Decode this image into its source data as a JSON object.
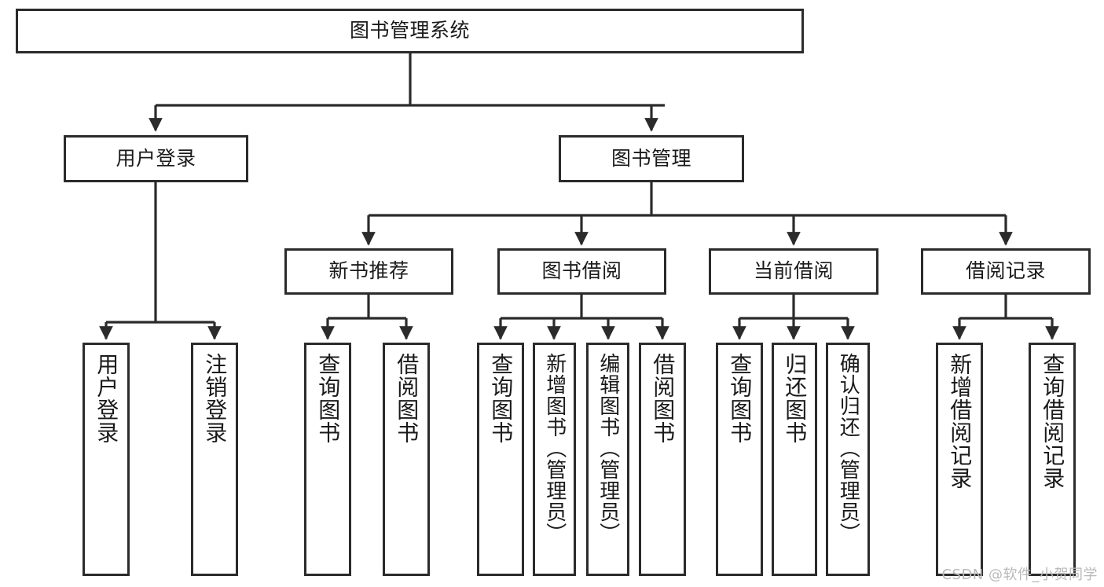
{
  "diagram": {
    "title": "图书管理系统",
    "type": "tree-hierarchy-diagram",
    "watermark": "CSDN @软件_小贺同学",
    "colors": {
      "node_border": "#2b2b2b",
      "node_fill": "#ffffff",
      "edge": "#2b2b2b",
      "background": "#ffffff",
      "watermark_text": "#b9b9b9"
    },
    "root": {
      "id": "root",
      "label": "图书管理系统"
    },
    "level2": [
      {
        "id": "user-login",
        "label": "用户登录"
      },
      {
        "id": "book-manage",
        "label": "图书管理"
      }
    ],
    "level3": [
      {
        "id": "new-book-rec",
        "label": "新书推荐"
      },
      {
        "id": "book-borrow",
        "label": "图书借阅"
      },
      {
        "id": "current-borrow",
        "label": "当前借阅"
      },
      {
        "id": "borrow-record",
        "label": "借阅记录"
      }
    ],
    "leaves": {
      "user_login": [
        {
          "id": "leaf-user-login",
          "label": "用户登录"
        },
        {
          "id": "leaf-logout-login",
          "label": "注销登录"
        }
      ],
      "new_book_rec": [
        {
          "id": "leaf-query-book-1",
          "label": "查询图书"
        },
        {
          "id": "leaf-borrow-book-1",
          "label": "借阅图书"
        }
      ],
      "book_borrow": [
        {
          "id": "leaf-query-book-2",
          "label": "查询图书"
        },
        {
          "id": "leaf-add-book",
          "label": "新增图书（管理员）"
        },
        {
          "id": "leaf-edit-book",
          "label": "编辑图书（管理员）"
        },
        {
          "id": "leaf-borrow-book-2",
          "label": "借阅图书"
        }
      ],
      "current_borrow": [
        {
          "id": "leaf-query-book-3",
          "label": "查询图书"
        },
        {
          "id": "leaf-return-book",
          "label": "归还图书"
        },
        {
          "id": "leaf-confirm-return",
          "label": "确认归还（管理员）"
        }
      ],
      "borrow_record": [
        {
          "id": "leaf-add-record",
          "label": "新增借阅记录"
        },
        {
          "id": "leaf-query-record",
          "label": "查询借阅记录"
        }
      ]
    }
  }
}
